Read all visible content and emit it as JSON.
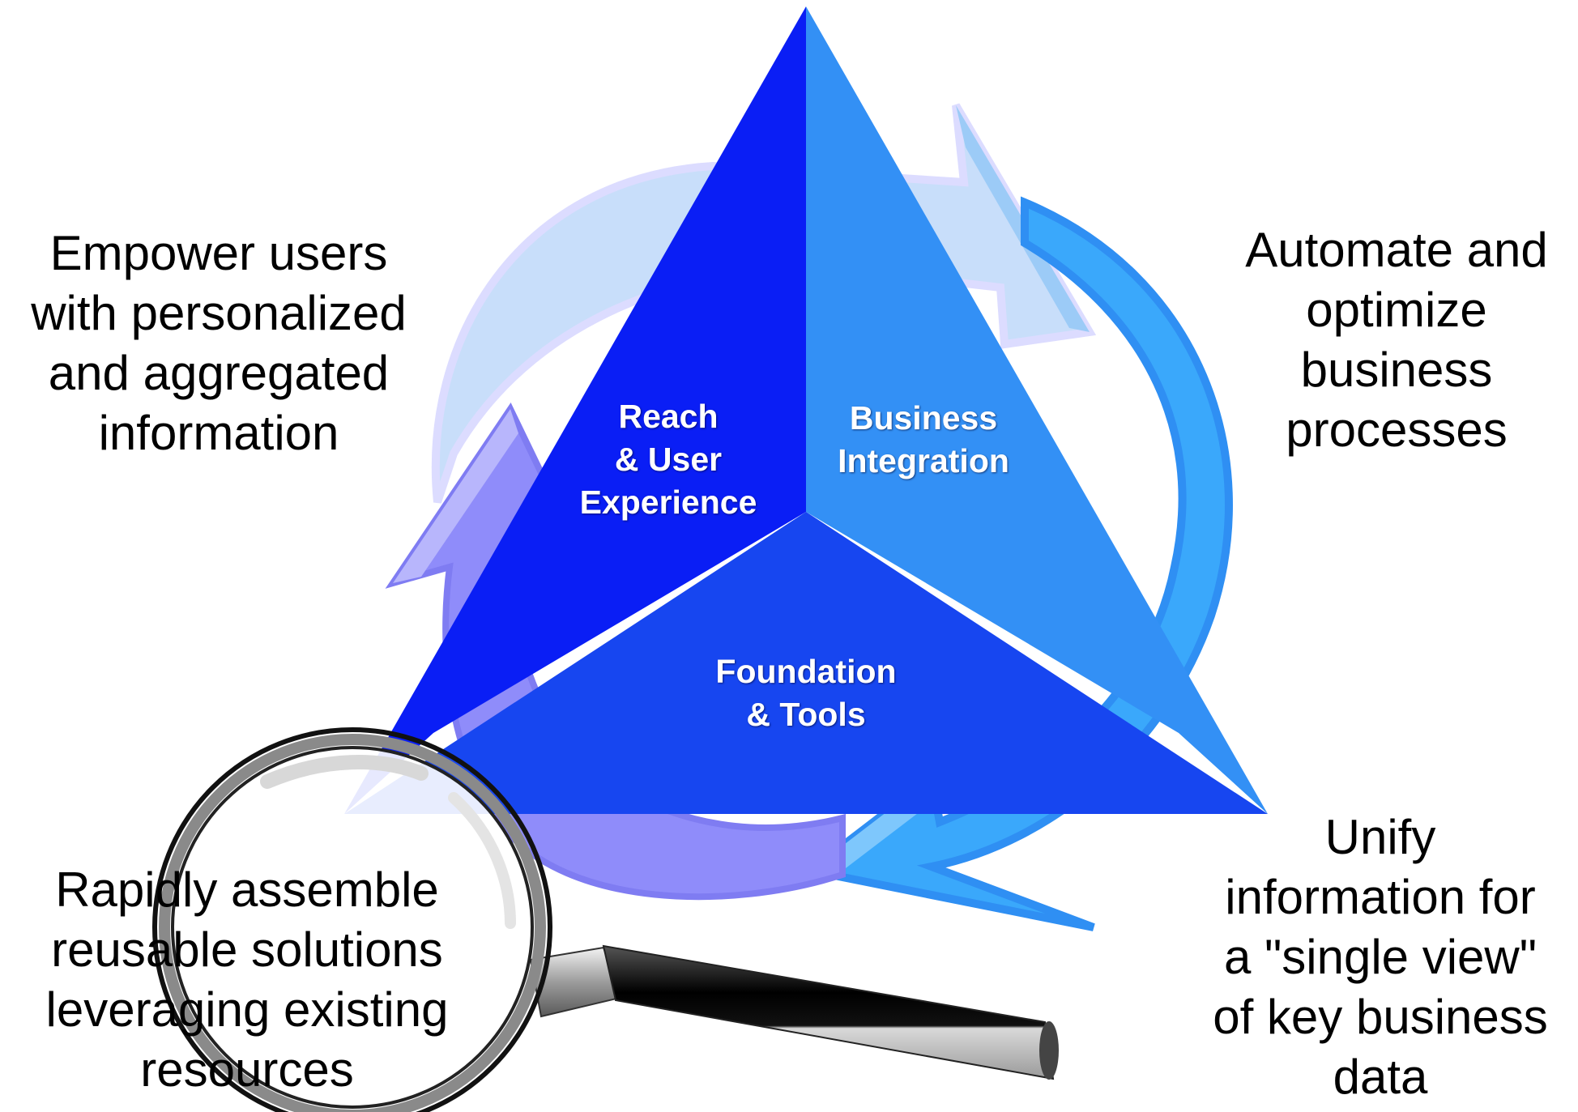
{
  "segments": {
    "reach": [
      "Reach",
      "& User",
      "Experience"
    ],
    "business": [
      "Business",
      "Integration"
    ],
    "foundation": [
      "Foundation",
      "& Tools"
    ]
  },
  "statements": {
    "empower": [
      "Empower users",
      "with personalized",
      "and aggregated",
      "information"
    ],
    "automate": [
      "Automate and",
      "optimize",
      "business",
      "processes"
    ],
    "unify": [
      "Unify",
      "information for",
      "a \"single view\"",
      "of key business",
      "data"
    ],
    "assemble": [
      "Rapidly assemble",
      "reusable solutions",
      "leveraging existing",
      "resources"
    ]
  },
  "colors": {
    "reach": "#0a1ef5",
    "business": "#3390f5",
    "foundation": "#1746f0",
    "arrow_light": "#c8defa",
    "arrow_blue": "#3aa8fb",
    "arrow_purple": "#8f8cfa"
  },
  "icons": {
    "magnifier": "magnifying-glass-icon"
  }
}
